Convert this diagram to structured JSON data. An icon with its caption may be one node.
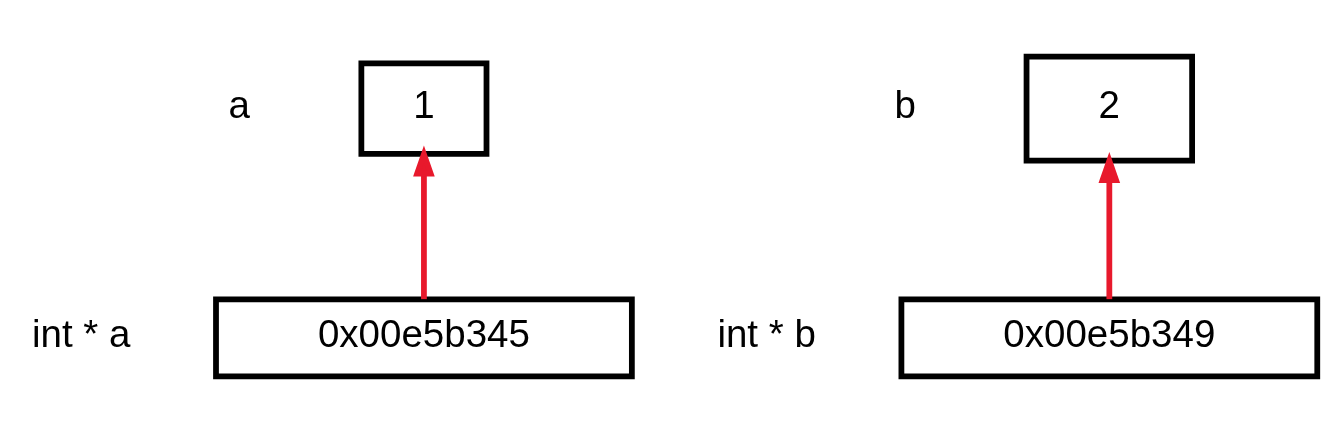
{
  "diagram": {
    "nodes": [
      {
        "text": [
          "1"
        ],
        "beside": [
          "a"
        ]
      },
      {
        "text": [
          "2"
        ],
        "beside": [
          "b"
        ]
      },
      {
        "text": [
          "0x00e5b345"
        ],
        "beside": [
          "int * a"
        ]
      },
      {
        "text": [
          "0x00e5b349"
        ],
        "beside": [
          "int * b"
        ]
      }
    ],
    "edges": [
      {
        "from": 2,
        "to": 0,
        "arrow": "to",
        "color": "#e8192c"
      },
      {
        "from": 3,
        "to": 1,
        "arrow": "to",
        "color": "#e8192c"
      }
    ]
  }
}
